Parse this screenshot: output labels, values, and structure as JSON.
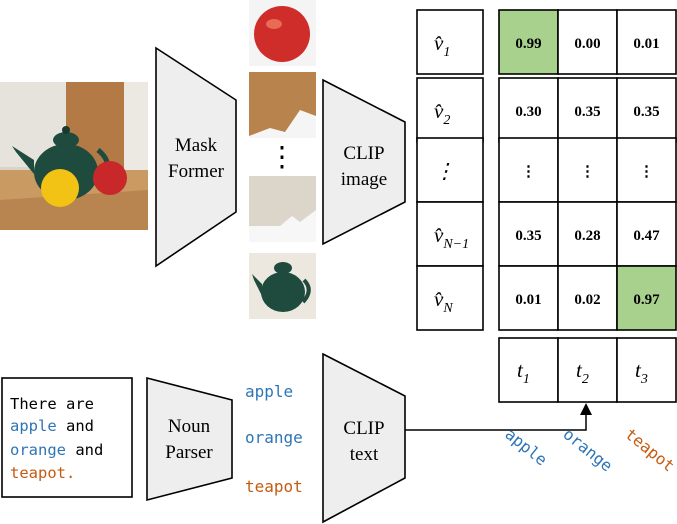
{
  "colors": {
    "trapezoid_fill": "#eeeeee",
    "highlight": "#a9d18e",
    "blue_text": "#2e75b6",
    "orange_text": "#c55a11"
  },
  "mask_former": {
    "line1": "Mask",
    "line2": "Former"
  },
  "clip_image": {
    "line1": "CLIP",
    "line2": "image"
  },
  "noun_parser": {
    "line1": "Noun",
    "line2": "Parser"
  },
  "clip_text": {
    "line1": "CLIP",
    "line2": "text"
  },
  "segment_ellipsis": "⋮",
  "v_labels": [
    {
      "base": "v̂",
      "sub": "1"
    },
    {
      "base": "v̂",
      "sub": "2"
    },
    {
      "base": "⋮",
      "sub": ""
    },
    {
      "base": "v̂",
      "sub": "N−1"
    },
    {
      "base": "v̂",
      "sub": "N"
    }
  ],
  "similarity": [
    [
      "0.99",
      "0.00",
      "0.01"
    ],
    [
      "0.30",
      "0.35",
      "0.35"
    ],
    [
      "⋮",
      "⋮",
      "⋮"
    ],
    [
      "0.35",
      "0.28",
      "0.47"
    ],
    [
      "0.01",
      "0.02",
      "0.97"
    ]
  ],
  "highlighted_cells": [
    [
      0,
      0
    ],
    [
      4,
      2
    ]
  ],
  "t_labels": [
    {
      "base": "t",
      "sub": "1"
    },
    {
      "base": "t",
      "sub": "2"
    },
    {
      "base": "t",
      "sub": "3"
    }
  ],
  "caption": {
    "line1": "There are",
    "line2_word": "apple",
    "line2_rest": " and",
    "line3_word": "orange",
    "line3_rest": " and",
    "line4": "teapot."
  },
  "nouns": [
    "apple",
    "orange",
    "teapot"
  ],
  "rotated_nouns": [
    "apple",
    "orange",
    "teapot"
  ]
}
